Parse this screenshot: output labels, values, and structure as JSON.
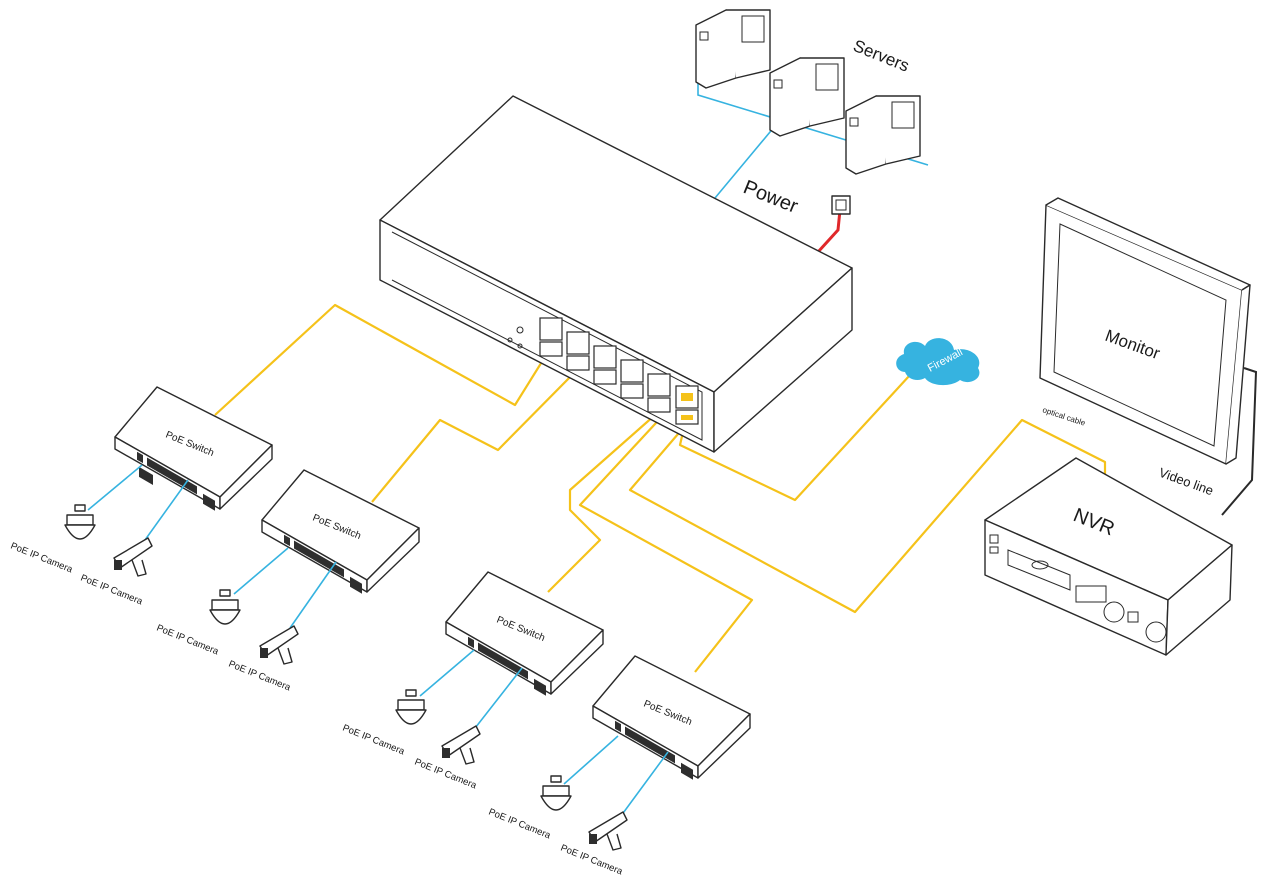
{
  "labels": {
    "servers": "Servers",
    "power": "Power",
    "firewall": "Firewall",
    "monitor": "Monitor",
    "optical_cable": "optical cable",
    "video_line": "Video line",
    "nvr": "NVR",
    "poe_switch": "PoE Switch",
    "poe_ip_camera": "PoE IP Camera"
  },
  "colors": {
    "uplink_cable": "#f5c21a",
    "camera_cable": "#36b3e0",
    "power_cable": "#e0282a",
    "firewall_cloud": "#36b3e0"
  },
  "icons": [
    "server-icon",
    "main-switch",
    "power-socket-icon",
    "firewall-cloud-icon",
    "monitor-icon",
    "nvr-icon",
    "poe-switch-icon",
    "dome-camera-icon",
    "bullet-camera-icon"
  ]
}
